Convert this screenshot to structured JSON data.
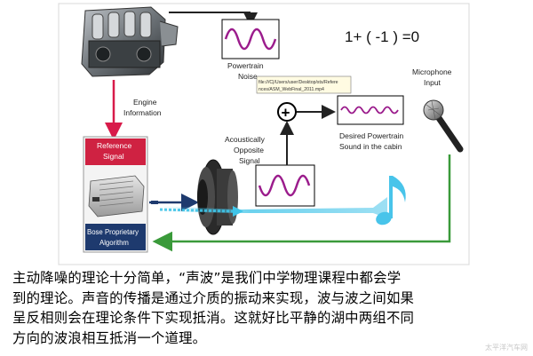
{
  "diagram": {
    "equation": "1+ ( -1 ) =0",
    "engine_info_label": [
      "Engine",
      "Information"
    ],
    "powertrain_noise_label": [
      "Powertrain",
      "Noise"
    ],
    "tooltip_path": [
      "file:///C|/Users/user/Desktop/sts/Refere",
      "nces/ASM_WebFinal_2011.mp4"
    ],
    "microphone_label": [
      "Microphone",
      "Input"
    ],
    "reference_signal_label": [
      "Reference",
      "Signal"
    ],
    "bose_label": [
      "Bose Proprietary",
      "Algorithm"
    ],
    "acoustically_opposite_label": [
      "Acoustically",
      "Opposite",
      "Signal"
    ],
    "desired_sound_label": [
      "Desired Powertrain",
      "Sound in the cabin"
    ],
    "plus_symbol": "+",
    "colors": {
      "waveform": "#9b1c8c",
      "red_arrow": "#d81b4a",
      "blue_arrow": "#1e3a6e",
      "cyan_flow": "#40c4e8",
      "green_arrow": "#3a9a3a",
      "dark_arrow": "#222222"
    }
  },
  "caption": {
    "lines": [
      "主动降噪的理论十分简单，“声波”是我们中学物理课程中都会学",
      "到的理论。声音的传播是通过介质的振动来实现，波与波之间如果",
      "呈反相则会在理论条件下实现抵消。这就好比平静的湖中两组不同",
      "方向的波浪相互抵消一个道理。"
    ]
  },
  "watermark": {
    "text": "太平洋汽车网"
  }
}
